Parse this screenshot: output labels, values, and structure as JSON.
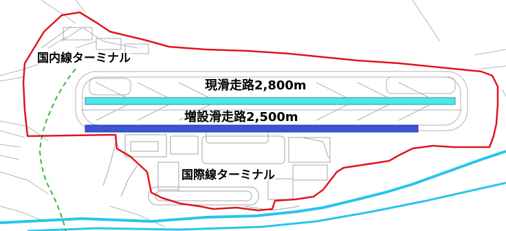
{
  "labels": {
    "domestic_terminal": "国内線ターミナル",
    "current_runway": "現滑走路2,800m",
    "new_runway": "増設滑走路2,500m",
    "international_terminal": "国際線ターミナル"
  },
  "colors": {
    "airport_boundary": "#e0141e",
    "current_runway": "#4ee6ec",
    "new_runway": "#3a55d6",
    "rail_line": "#33bb33",
    "water_channel": "#29c4ee",
    "base_lines": "#a8a8a8"
  }
}
